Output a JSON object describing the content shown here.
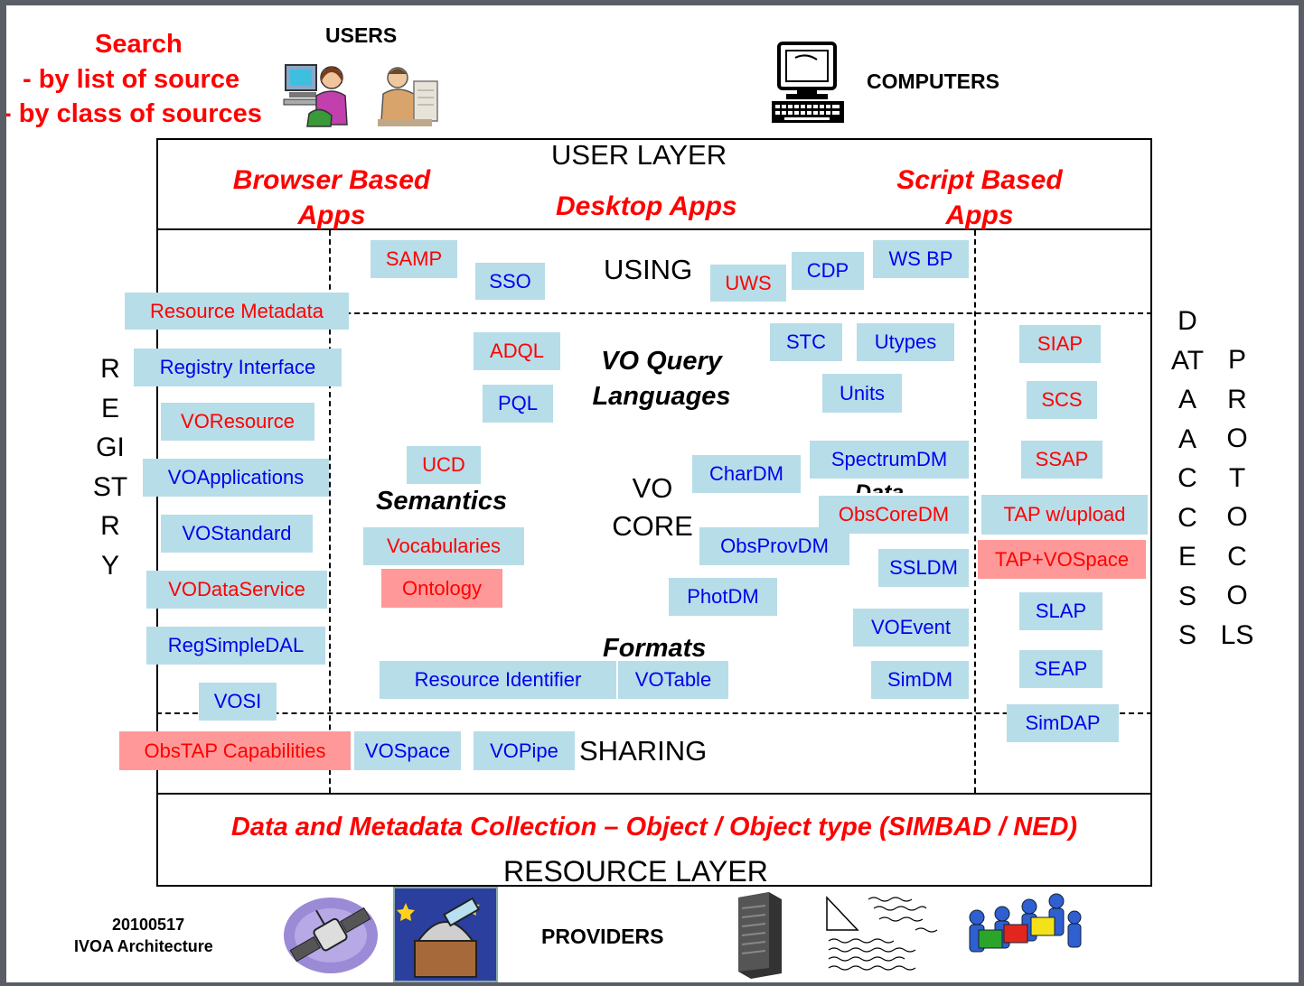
{
  "top": {
    "search_title": "Search",
    "search_line1": "- by list of source",
    "search_line2": "- by class of sources",
    "users_label": "USERS",
    "computers_label": "COMPUTERS"
  },
  "user_layer": {
    "title": "USER LAYER",
    "browser_apps": "Browser Based\nApps",
    "desktop_apps": "Desktop Apps",
    "script_apps": "Script Based\nApps"
  },
  "sections": {
    "using": "USING",
    "vo_core": "VO\nCORE",
    "sharing": "SHARING",
    "query_languages": "VO Query\nLanguages",
    "semantics": "Semantics",
    "formats": "Formats",
    "data_models": "Data"
  },
  "registry_label": "REGISTRY",
  "data_access_label": "DATAACCESS",
  "protocols_label": "PROTOCOLS",
  "registry_items": {
    "resource_metadata": "Resource Metadata",
    "registry_interface": "Registry Interface",
    "voresource": "VOResource",
    "voapplications": "VOApplications",
    "vostandard": "VOStandard",
    "vodataservice": "VODataService",
    "regsimpledal": "RegSimpleDAL",
    "vosi": "VOSI",
    "obstap_capabilities": "ObsTAP Capabilities"
  },
  "using_items": {
    "samp": "SAMP",
    "sso": "SSO",
    "uws": "UWS",
    "cdp": "CDP",
    "ws_bp": "WS BP"
  },
  "core_items": {
    "adql": "ADQL",
    "pql": "PQL",
    "ucd": "UCD",
    "vocabularies": "Vocabularies",
    "ontology": "Ontology",
    "resource_identifier": "Resource Identifier",
    "votable": "VOTable",
    "stc": "STC",
    "utypes": "Utypes",
    "units": "Units",
    "spectrumdm": "SpectrumDM",
    "chardm": "CharDM",
    "obscoredm": "ObsCoreDM",
    "obsprovdm": "ObsProvDM",
    "ssldm": "SSLDM",
    "photdm": "PhotDM",
    "voevent": "VOEvent",
    "simdm": "SimDM"
  },
  "sharing_items": {
    "vospace": "VOSpace",
    "vopipe": "VOPipe"
  },
  "protocol_items": {
    "siap": "SIAP",
    "scs": "SCS",
    "ssap": "SSAP",
    "tap_upload": "TAP w/upload",
    "tap_vospace": "TAP+VOSpace",
    "slap": "SLAP",
    "seap": "SEAP",
    "simdap": "SimDAP"
  },
  "resource_layer": {
    "collection": "Data and Metadata Collection – Object / Object type (SIMBAD / NED)",
    "title": "RESOURCE LAYER"
  },
  "footer": {
    "date": "20100517",
    "caption": "IVOA Architecture",
    "providers": "PROVIDERS"
  },
  "colors": {
    "box_fill": "#b7dde8",
    "highlight_fill": "#ff9999",
    "blue_text": "#0000ee",
    "red_text": "#ff0000"
  }
}
